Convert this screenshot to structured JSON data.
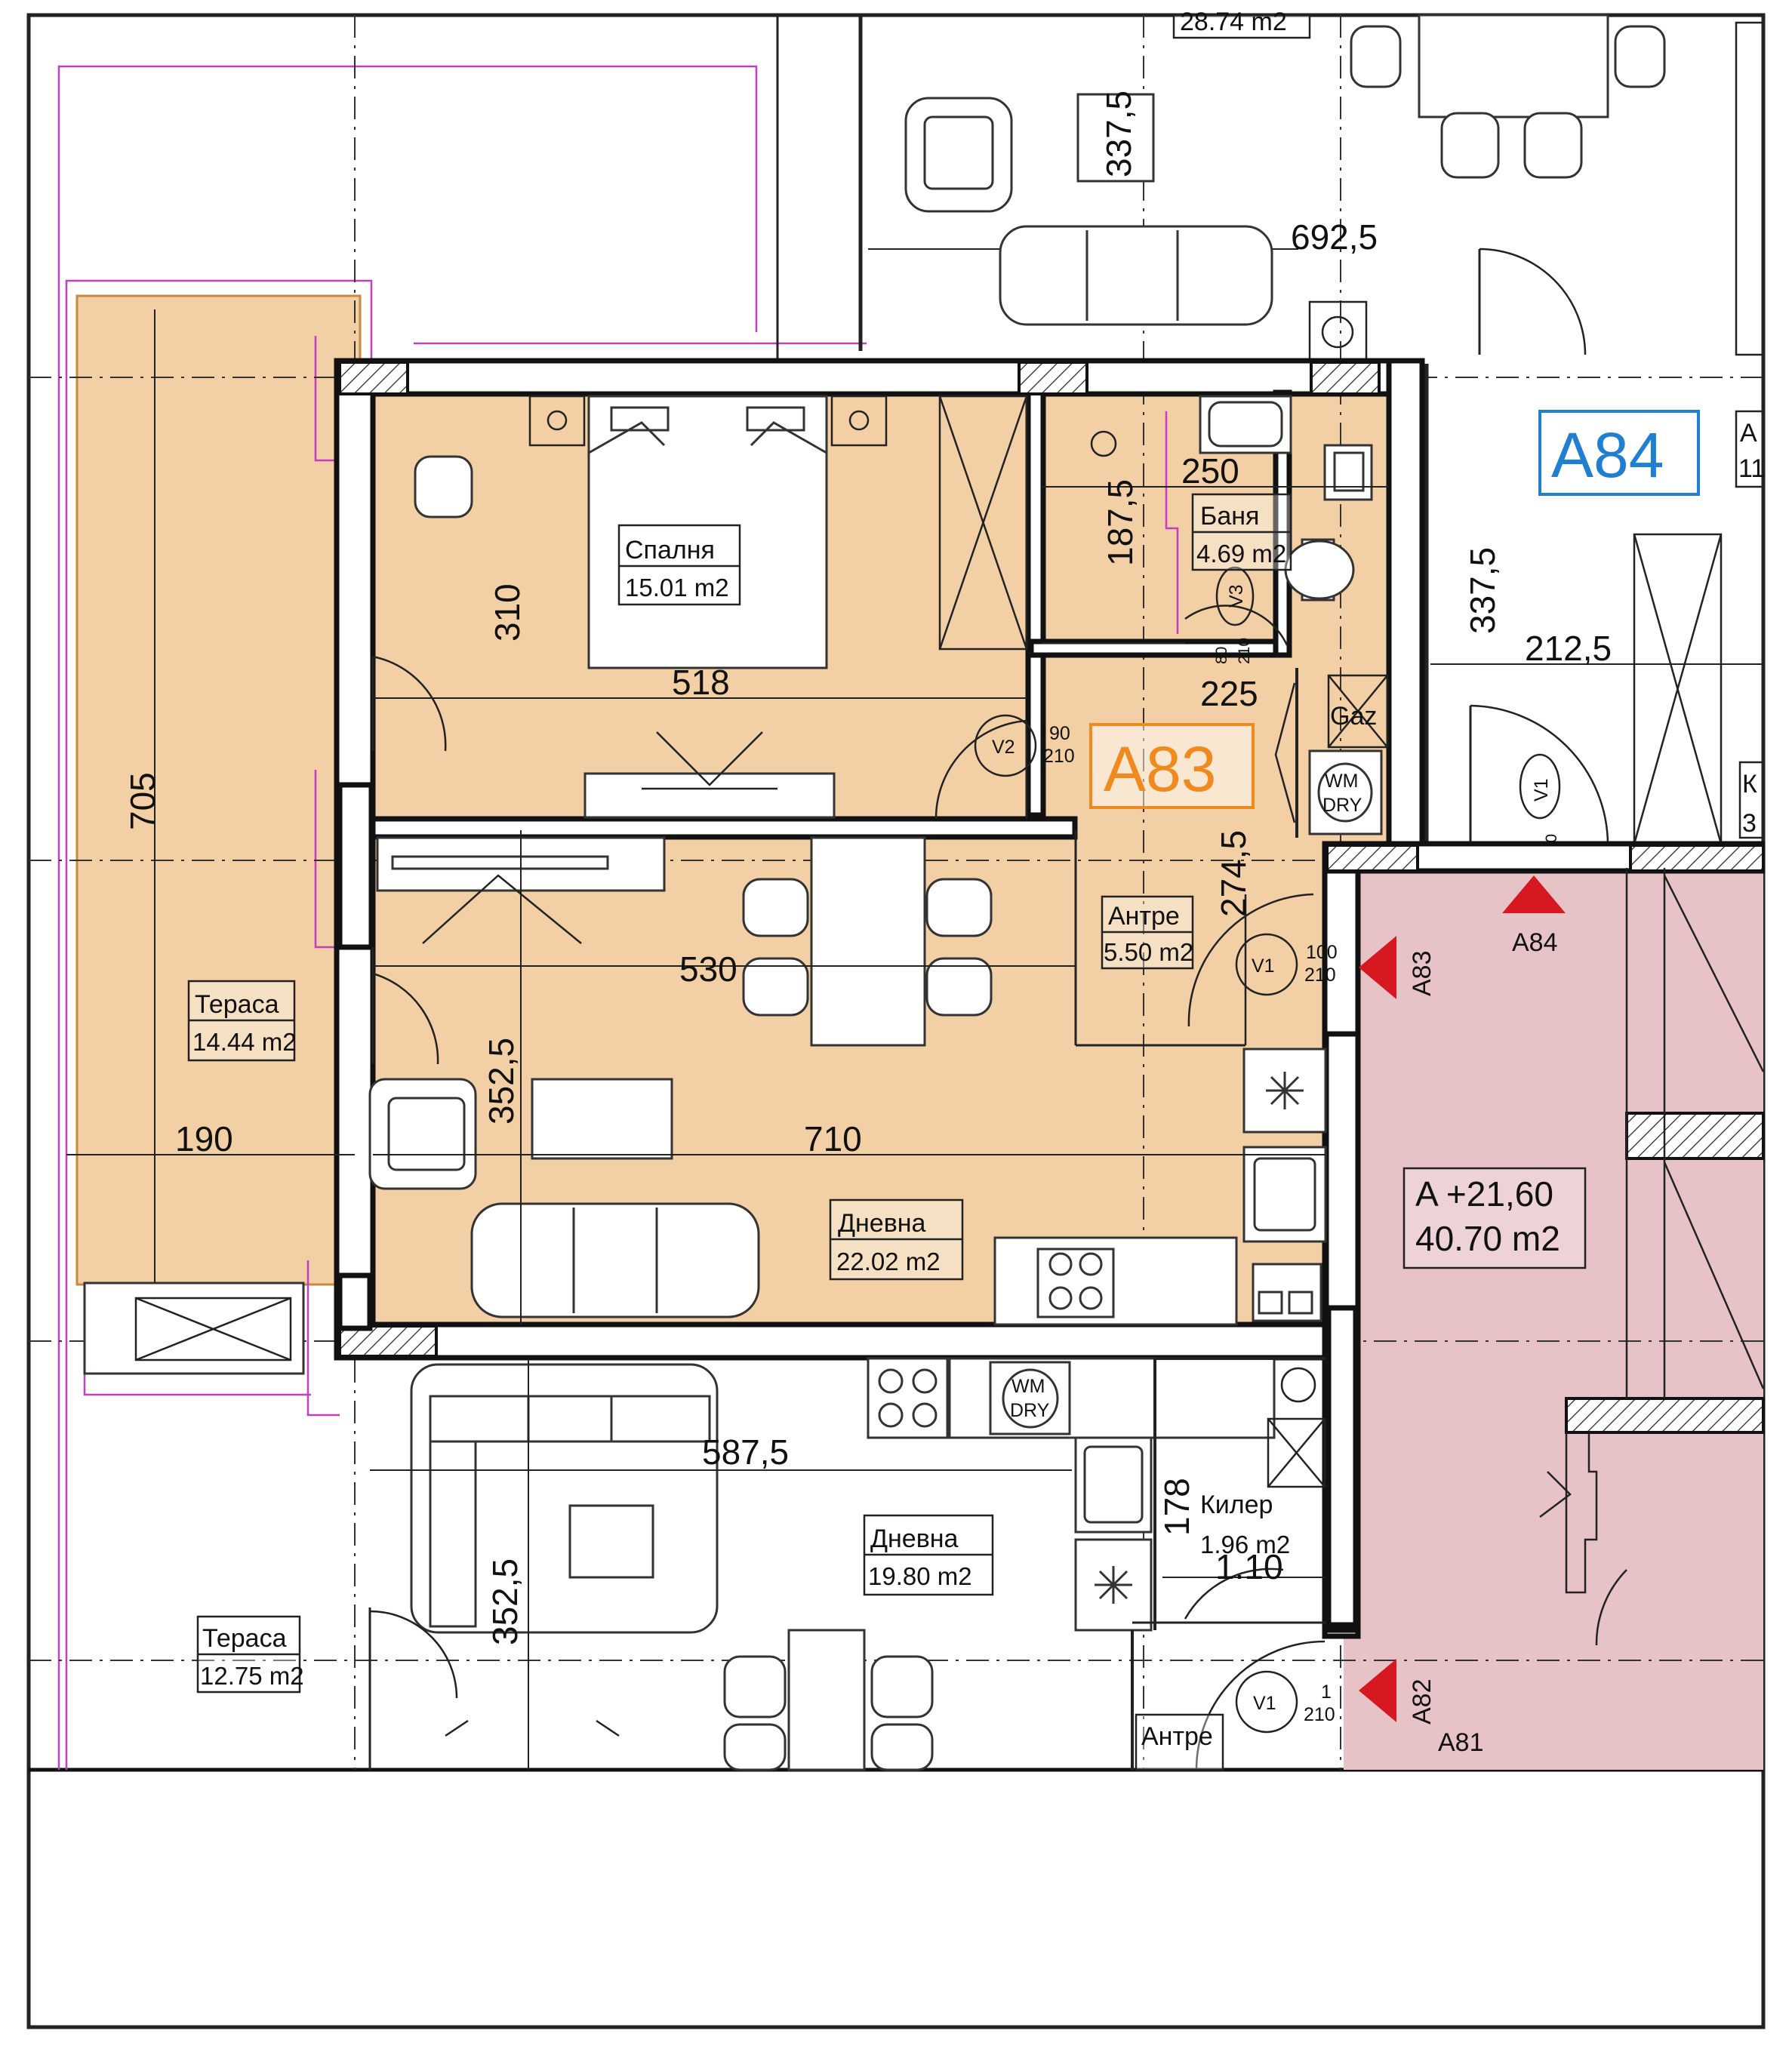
{
  "units": {
    "A83": {
      "code": "A83",
      "color": "#f08a1e"
    },
    "A84": {
      "code": "A84",
      "color": "#1f7fd1"
    }
  },
  "rooms": {
    "bedroom": {
      "name": "Спалня",
      "area": "15.01 m2"
    },
    "bathroom": {
      "name": "Баня",
      "area": "4.69 m2"
    },
    "hall": {
      "name": "Антре",
      "area": "5.50 m2"
    },
    "living": {
      "name": "Дневна",
      "area": "22.02 m2"
    },
    "terrace": {
      "name": "Тераса",
      "area": "14.44 m2"
    },
    "common": {
      "level": "A +21,60",
      "area": "40.70 m2"
    },
    "lower_living": {
      "name": "Дневна",
      "area": "19.80 m2"
    },
    "lower_pantry": {
      "name": "Килер",
      "area": "1.96 m2"
    },
    "lower_terrace": {
      "name": "Тераса",
      "area": "12.75 m2"
    },
    "lower_hall": {
      "name": "Антре"
    },
    "top_area": {
      "area": "28.74 m2"
    }
  },
  "dimensions": {
    "d_337_top": "337,5",
    "d_692": "692,5",
    "d_250": "250",
    "d_187": "187,5",
    "d_310": "310",
    "d_337_right": "337,5",
    "d_212": "212,5",
    "d_518": "518",
    "d_225": "225",
    "d_705": "705",
    "d_274": "274,5",
    "d_530": "530",
    "d_352": "352,5",
    "d_190": "190",
    "d_710": "710",
    "d_587": "587,5",
    "d_178": "178",
    "d_110": "1.10",
    "d_352_low": "352,5"
  },
  "doors": {
    "v1": "V1",
    "v2": "V2",
    "v3": "V3",
    "d90": "90",
    "d100": "100",
    "d210": "210",
    "d80": "80",
    "d1": "1"
  },
  "markers": {
    "a83": "A83",
    "a84": "A84",
    "a82": "A82",
    "a81": "A81",
    "color": "#d61920"
  },
  "labels": {
    "gaz": "Gaz",
    "wm": "WM",
    "dry": "DRY",
    "side_a": "A",
    "side_11": "11",
    "side_k": "К",
    "side_3": "3"
  },
  "colors": {
    "apartment_fill": "#f2cfa4",
    "common_fill": "#e7c3c8",
    "magenta": "#c23fc2",
    "wall": "#111111"
  }
}
